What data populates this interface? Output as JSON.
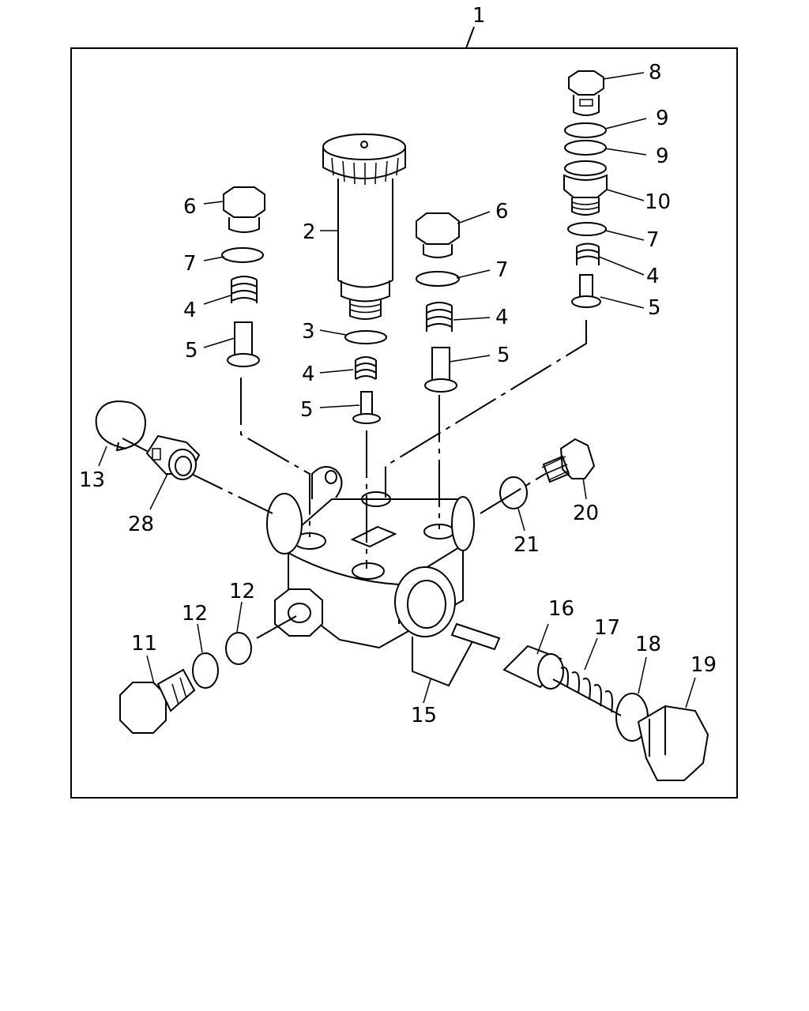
{
  "diagram": {
    "callouts": {
      "c1": "1",
      "c2": "2",
      "c3": "3",
      "c4a": "4",
      "c4b": "4",
      "c4c": "4",
      "c4d": "4",
      "c5a": "5",
      "c5b": "5",
      "c5c": "5",
      "c5d": "5",
      "c6a": "6",
      "c6b": "6",
      "c7a": "7",
      "c7b": "7",
      "c7c": "7",
      "c8": "8",
      "c9a": "9",
      "c9b": "9",
      "c10": "10",
      "c11": "11",
      "c12a": "12",
      "c12b": "12",
      "c13": "13",
      "c15": "15",
      "c16": "16",
      "c17": "17",
      "c18": "18",
      "c19": "19",
      "c20": "20",
      "c21": "21",
      "c28": "28"
    }
  }
}
